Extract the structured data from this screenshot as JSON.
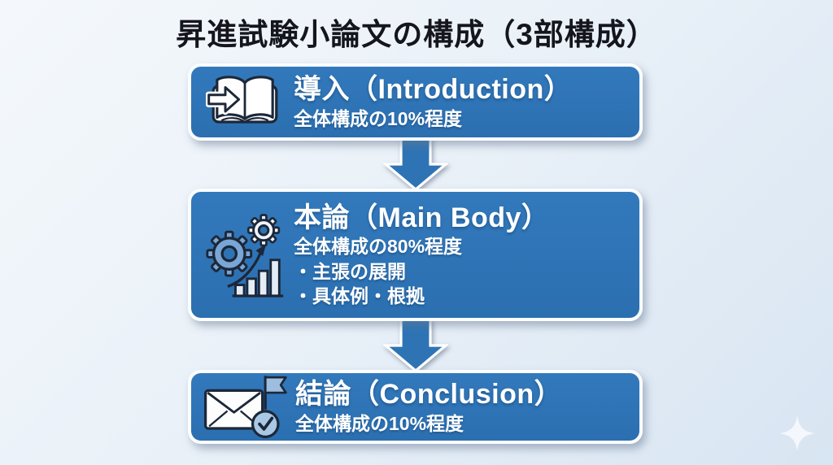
{
  "title": "昇進試験小論文の構成（3部構成）",
  "colors": {
    "box_fill": "#2e74b5",
    "box_border": "#ffffff",
    "background_top": "#f4f8fc",
    "background_bottom": "#d8e5f2",
    "title_text": "#15151e",
    "box_text": "#ffffff",
    "icon_outline": "#1c2738",
    "icon_light_blue": "#8fb4dc"
  },
  "steps": [
    {
      "icon": "open-book-arrow-icon",
      "title": "導入（Introduction）",
      "subtitle": "全体構成の10%程度",
      "bullets": []
    },
    {
      "icon": "gears-growth-chart-icon",
      "title": "本論（Main Body）",
      "subtitle": "全体構成の80%程度",
      "bullets": [
        "・主張の展開",
        "・具体例・根拠"
      ]
    },
    {
      "icon": "envelope-flag-check-icon",
      "title": "結論（Conclusion）",
      "subtitle": "全体構成の10%程度",
      "bullets": []
    }
  ],
  "decoration": {
    "sparkle": "four-point-star"
  }
}
